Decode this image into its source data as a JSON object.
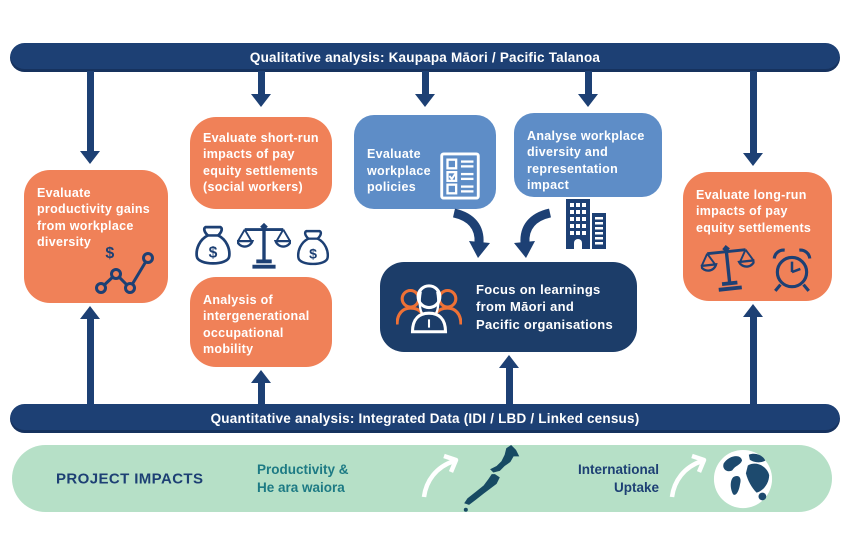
{
  "title_bars": {
    "qualitative": "Qualitative analysis: Kaupapa Māori / Pacific Talanoa",
    "quantitative": "Quantitative analysis: Integrated Data (IDI / LBD / Linked census)"
  },
  "boxes": {
    "productivity_gains": {
      "label": "Evaluate productivity gains from workplace diversity",
      "color": "#f08158",
      "icon": "dollar-trend-chart-icon"
    },
    "short_run_impacts": {
      "label": "Evaluate short-run impacts of pay equity settlements (social workers)",
      "color": "#f08158",
      "icons": [
        "money-bag-icon",
        "balance-scale-icon",
        "money-bag-icon"
      ]
    },
    "workplace_policies": {
      "label": "Evaluate workplace\npolicies",
      "color": "#5e8dc7",
      "icon": "checklist-icon"
    },
    "diversity_representation": {
      "label": "Analyse workplace diversity and representation impact",
      "color": "#5e8dc7",
      "icon": "buildings-icon"
    },
    "intergenerational_mobility": {
      "label": "Analysis of intergenerational occupational mobility",
      "color": "#f08158"
    },
    "focus_learnings": {
      "label": "Focus on learnings from Māori and Pacific organisations",
      "color": "#1c3d69",
      "icon": "people-group-icon"
    },
    "long_run_impacts": {
      "label": "Evaluate long-run impacts of pay equity settlements",
      "color": "#f08158",
      "icons": [
        "balance-scale-icon",
        "alarm-clock-icon"
      ]
    }
  },
  "money_icons": {
    "bag_symbol": "$"
  },
  "impacts_bar": {
    "title": "PROJECT IMPACTS",
    "productivity_label": "Productivity &\nHe ara waiora",
    "international_label": "International\nUptake",
    "icons": [
      "sketch-arrow-icon",
      "new-zealand-map-icon",
      "sketch-arrow-icon",
      "globe-icon"
    ],
    "background": "#b6e0c7"
  },
  "colors": {
    "navy": "#1d4074",
    "navy_dark": "#1c3d69",
    "orange": "#f08158",
    "blue": "#5e8dc7",
    "green": "#b6e0c7",
    "teal_text": "#1d7a84",
    "map_navy": "#174a63"
  }
}
